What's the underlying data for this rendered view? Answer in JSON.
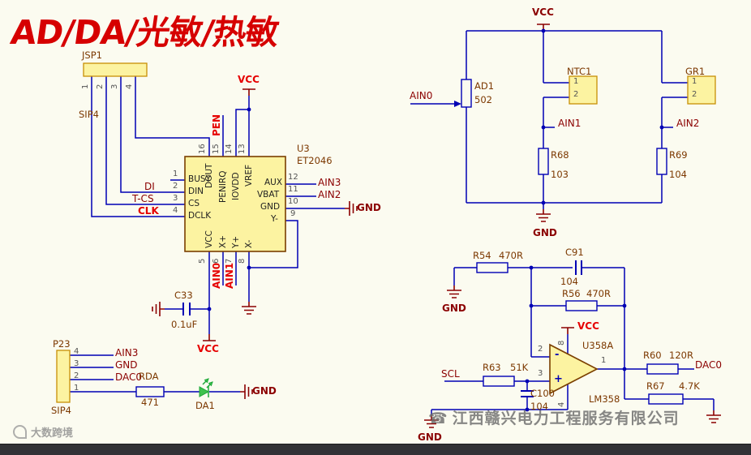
{
  "title": "AD/DA/光敏/热敏",
  "colors": {
    "wire_blue": "#0000b4",
    "body_yellow": "#fcf3a1",
    "title_red": "#d60000",
    "label_maroon": "#8b0000",
    "label_bright_red": "#e60000",
    "component_brown": "#7c3800",
    "watermark_gray": "#6e6e6e"
  },
  "nets": {
    "di": "DI",
    "tcs": "T-CS",
    "clk": "CLK",
    "pen": "PEN",
    "ain0": "AIN0",
    "ain1": "AIN1",
    "ain2": "AIN2",
    "ain3": "AIN3",
    "dac0": "DAC0",
    "scl": "SCL",
    "vcc": "VCC",
    "gnd": "GND"
  },
  "jsp1": {
    "ref": "JSP1",
    "pkg": "SIP4",
    "pins": [
      "1",
      "2",
      "3",
      "4"
    ]
  },
  "u3": {
    "ref": "U3",
    "part": "ET2046",
    "left": [
      {
        "n": "1",
        "name": "BUSY"
      },
      {
        "n": "2",
        "name": "DIN"
      },
      {
        "n": "3",
        "name": "CS"
      },
      {
        "n": "4",
        "name": "DCLK"
      }
    ],
    "top": [
      {
        "n": "16",
        "name": "DOUT"
      },
      {
        "n": "15",
        "name": "PENIRQ"
      },
      {
        "n": "14",
        "name": "IOVDD"
      },
      {
        "n": "13",
        "name": "VREF"
      }
    ],
    "right": [
      {
        "n": "12",
        "name": "AUX"
      },
      {
        "n": "11",
        "name": "VBAT"
      },
      {
        "n": "10",
        "name": "GND"
      },
      {
        "n": "9",
        "name": "Y-"
      }
    ],
    "bottom": [
      {
        "n": "5",
        "name": "VCC"
      },
      {
        "n": "6",
        "name": "X+"
      },
      {
        "n": "7",
        "name": "Y+"
      },
      {
        "n": "8",
        "name": "X-"
      }
    ]
  },
  "c33": {
    "ref": "C33",
    "value": "0.1uF"
  },
  "p23": {
    "ref": "P23",
    "pkg": "SIP4",
    "pins": [
      "4",
      "3",
      "2",
      "1"
    ]
  },
  "rda": {
    "ref": "RDA",
    "value": "471"
  },
  "da1": {
    "ref": "DA1"
  },
  "ad1": {
    "ref": "AD1",
    "value": "502"
  },
  "ntc1": {
    "ref": "NTC1",
    "p1": "1",
    "p2": "2"
  },
  "gr1": {
    "ref": "GR1",
    "p1": "1",
    "p2": "2"
  },
  "r68": {
    "ref": "R68",
    "value": "103"
  },
  "r69": {
    "ref": "R69",
    "value": "104"
  },
  "r54": {
    "ref": "R54",
    "value": "470R"
  },
  "r56": {
    "ref": "R56",
    "value": "470R"
  },
  "r60": {
    "ref": "R60",
    "value": "120R"
  },
  "r63": {
    "ref": "R63",
    "value": "51K"
  },
  "r67": {
    "ref": "R67",
    "value": "4.7K"
  },
  "c91": {
    "ref": "C91",
    "value": "104"
  },
  "c100": {
    "ref": "C100",
    "value": "104"
  },
  "opamp": {
    "ref": "U358A",
    "part": "LM358",
    "pin_inv": "2",
    "pin_nin": "3",
    "pin_out": "1",
    "pin_v": "8",
    "pin_g": "4",
    "plus": "+",
    "minus": "-"
  },
  "watermark": {
    "phone_icon": "☎",
    "company": "江西赣兴电力工程服务有限公司",
    "brand": "大数跨境"
  }
}
